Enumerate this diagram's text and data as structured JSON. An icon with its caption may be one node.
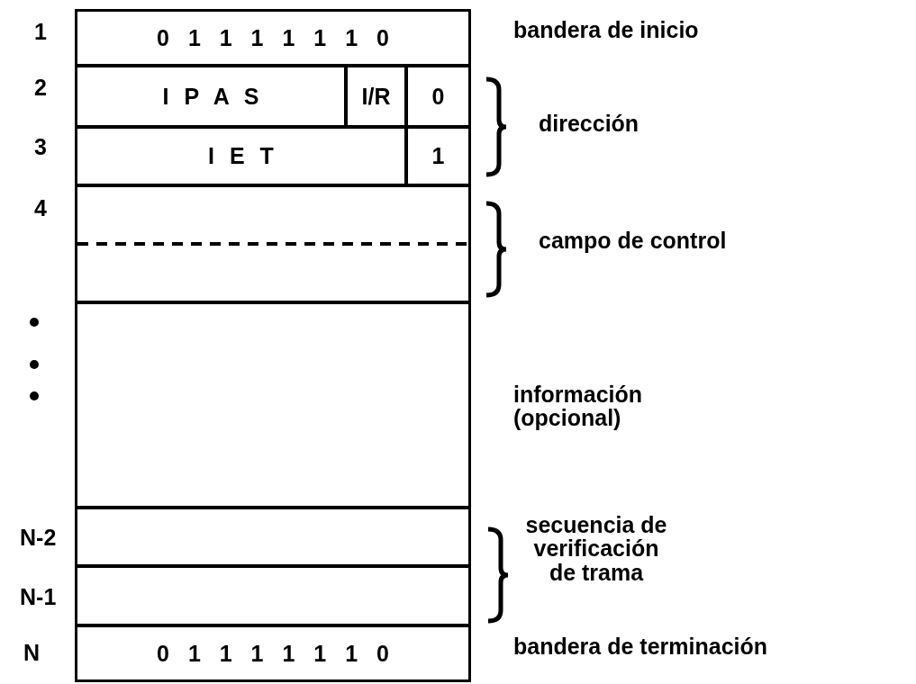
{
  "diagram": {
    "nodes": [
      {
        "text": [
          "0 1 1 1 1 1 1 0"
        ]
      },
      {
        "text": [
          "I P A S"
        ]
      },
      {
        "text": [
          "I/R"
        ]
      },
      {
        "text": [
          "0"
        ]
      },
      {
        "text": [
          "I E T"
        ]
      },
      {
        "text": [
          "1"
        ]
      },
      {
        "text": [],
        "shape": "box"
      },
      {
        "text": [],
        "shape": "box"
      },
      {
        "text": [],
        "shape": "box"
      },
      {
        "text": [],
        "shape": "box"
      },
      {
        "text": [
          "0 1 1 1 1 1 1 0"
        ]
      }
    ],
    "edges": [],
    "labels": [
      "1",
      "bandera de inicio",
      "2",
      "3",
      "dirección",
      "4",
      "campo de control",
      "información (opcional)",
      "N-2",
      "N-1",
      "secuencia de verificación de trama",
      "N",
      "bandera de terminación"
    ]
  }
}
